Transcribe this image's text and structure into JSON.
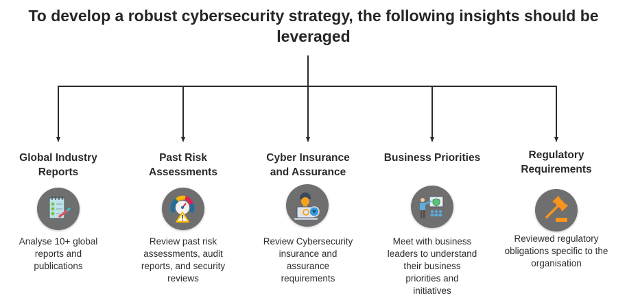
{
  "title": "To develop a robust cybersecurity strategy, the following insights should be leveraged",
  "colors": {
    "connector": "#2b2b2b",
    "icon_background": "#6f6f6f",
    "accent_orange": "#f7941d"
  },
  "nodes": [
    {
      "heading": "Global Industry Reports",
      "icon": "notepad-checklist-icon",
      "description": "Analyse 10+ global reports and publications"
    },
    {
      "heading": "Past Risk Assessments",
      "icon": "risk-gauge-warning-icon",
      "description": "Review past risk assessments, audit reports, and security reviews"
    },
    {
      "heading": "Cyber Insurance and Assurance",
      "icon": "security-analyst-laptop-icon",
      "description": "Review Cybersecurity insurance and assurance requirements"
    },
    {
      "heading": "Business Priorities",
      "icon": "presentation-meeting-icon",
      "description": "Meet with business leaders to understand their business priorities and initiatives"
    },
    {
      "heading": "Regulatory Requirements",
      "icon": "gavel-icon",
      "description": "Reviewed regulatory obligations specific to the organisation"
    }
  ]
}
